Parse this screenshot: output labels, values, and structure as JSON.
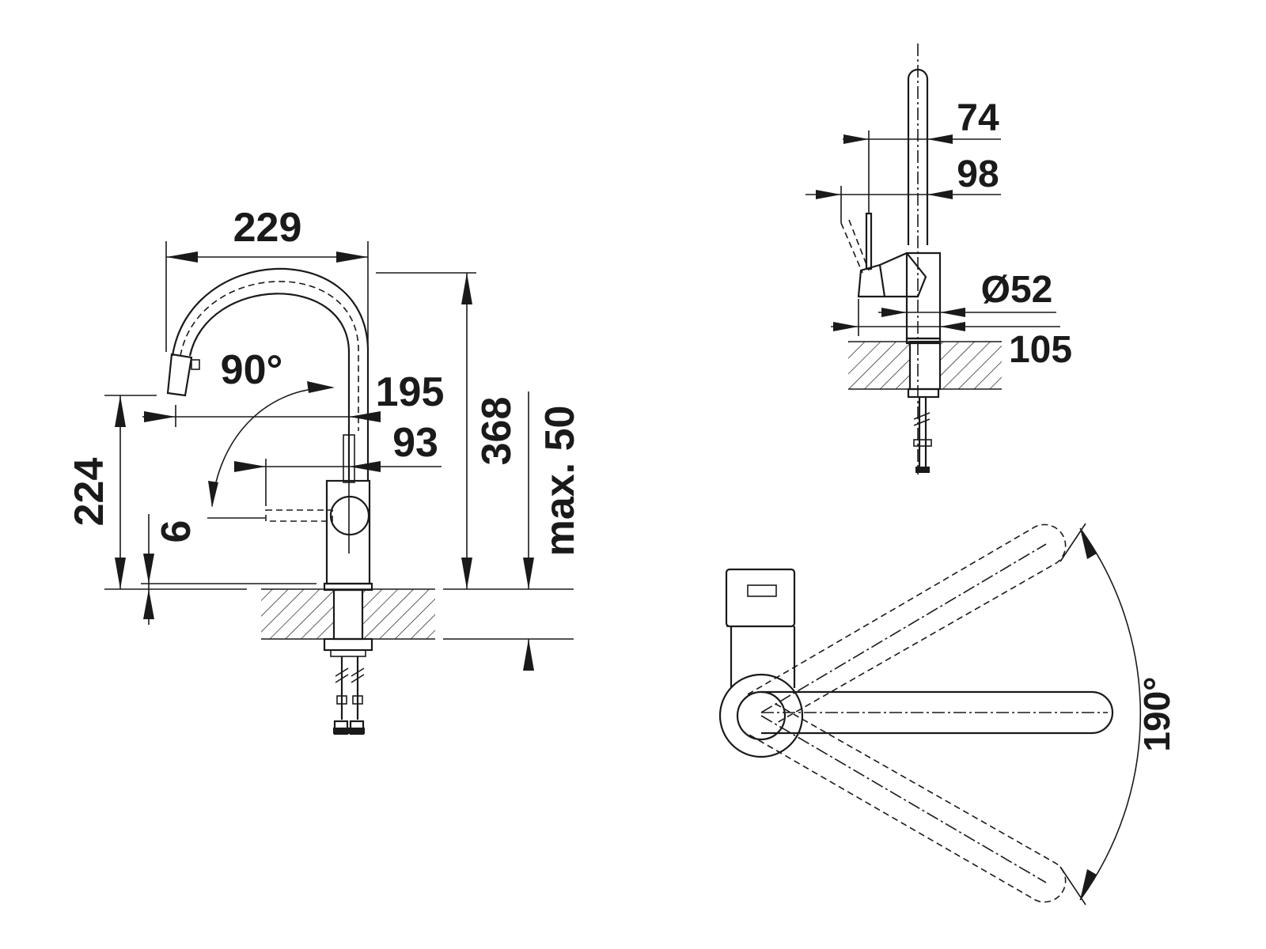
{
  "dimensions": {
    "front": {
      "width_229": "229",
      "swivel_90": "90°",
      "reach_195": "195",
      "lever_93": "93",
      "height_368": "368",
      "max_50": "max. 50",
      "height_224": "224",
      "gap_6": "6"
    },
    "side": {
      "d74": "74",
      "d98": "98",
      "dia52": "Ø52",
      "d105": "105"
    },
    "top": {
      "swivel_190": "190°"
    }
  },
  "colors": {
    "ink": "#1a1a1a",
    "background": "#ffffff"
  }
}
